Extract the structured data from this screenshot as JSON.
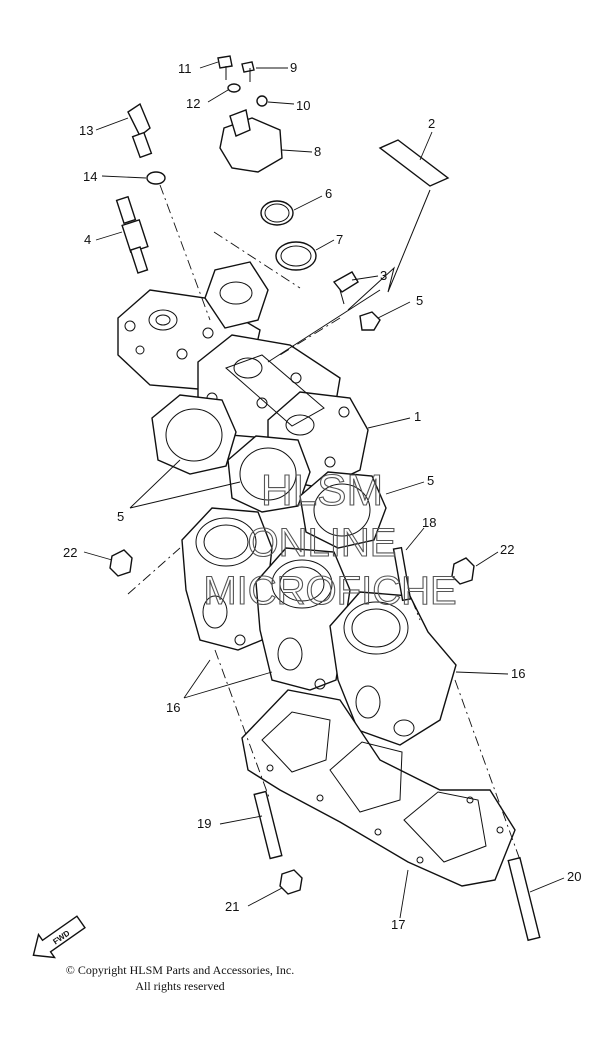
{
  "watermark": [
    "HLSM",
    "ONLINE",
    "MICROFICHE"
  ],
  "callouts": [
    {
      "id": "c1",
      "label": "1"
    },
    {
      "id": "c2",
      "label": "2"
    },
    {
      "id": "c3",
      "label": "3"
    },
    {
      "id": "c4",
      "label": "4"
    },
    {
      "id": "c5a",
      "label": "5"
    },
    {
      "id": "c5b",
      "label": "5"
    },
    {
      "id": "c6",
      "label": "6"
    },
    {
      "id": "c7",
      "label": "7"
    },
    {
      "id": "c8",
      "label": "8"
    },
    {
      "id": "c9",
      "label": "9"
    },
    {
      "id": "c10",
      "label": "10"
    },
    {
      "id": "c11",
      "label": "11"
    },
    {
      "id": "c12",
      "label": "12"
    },
    {
      "id": "c13",
      "label": "13"
    },
    {
      "id": "c14",
      "label": "14"
    },
    {
      "id": "c15",
      "label": "15"
    },
    {
      "id": "c16a",
      "label": "16"
    },
    {
      "id": "c16b",
      "label": "16"
    },
    {
      "id": "c17",
      "label": "17"
    },
    {
      "id": "c18",
      "label": "18"
    },
    {
      "id": "c19",
      "label": "19"
    },
    {
      "id": "c20",
      "label": "20"
    },
    {
      "id": "c21",
      "label": "21"
    },
    {
      "id": "c22a",
      "label": "22"
    },
    {
      "id": "c22b",
      "label": "22"
    }
  ],
  "fwd_label": "FWD",
  "copyright": {
    "line1": "© Copyright HLSM Parts and Accessories, Inc.",
    "line2": "All rights reserved"
  }
}
